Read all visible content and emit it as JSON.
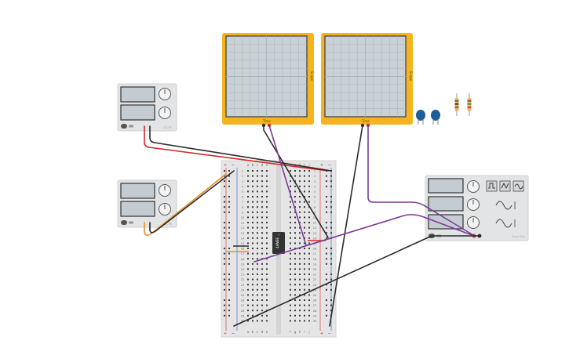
{
  "canvas": {
    "background": "#ffffff"
  },
  "colors": {
    "scope_frame": "#f5b41e",
    "scope_screen": "#c9d1d6",
    "supply_body": "#e3e4e6",
    "display": "#c5ccd1",
    "breadboard": "#e5e5e5",
    "wire_red": "#d62828",
    "wire_black": "#2b2b2b",
    "wire_purple": "#7a3b98",
    "wire_orange": "#e8901c",
    "capacitor": "#1d5d9b",
    "ic_body": "#333333"
  },
  "oscilloscope_1": {
    "side_label": "Scope",
    "time_label": "Time"
  },
  "oscilloscope_2": {
    "side_label": "Scope",
    "time_label": "Time"
  },
  "power_supply_1": {
    "brand": "DC PS",
    "knob1_icon": "dial-icon",
    "knob2_icon": "dial-icon"
  },
  "power_supply_2": {
    "brand": "DC PS",
    "knob1_icon": "dial-icon",
    "knob2_icon": "dial-icon"
  },
  "function_generator": {
    "brand": "Func Gen",
    "wave_buttons": [
      "square-wave-icon",
      "triangle-wave-icon",
      "sine-wave-icon"
    ],
    "mode_indicators": [
      "triangle-mode-icon",
      "sine-mode-icon"
    ]
  },
  "breadboard": {
    "columns_left": [
      "a",
      "b",
      "c",
      "d",
      "e"
    ],
    "columns_right": [
      "f",
      "g",
      "h",
      "i",
      "j"
    ],
    "rows": 30,
    "rail_plus": "+",
    "rail_minus": "−"
  },
  "ic": {
    "label": "4ANEE"
  }
}
